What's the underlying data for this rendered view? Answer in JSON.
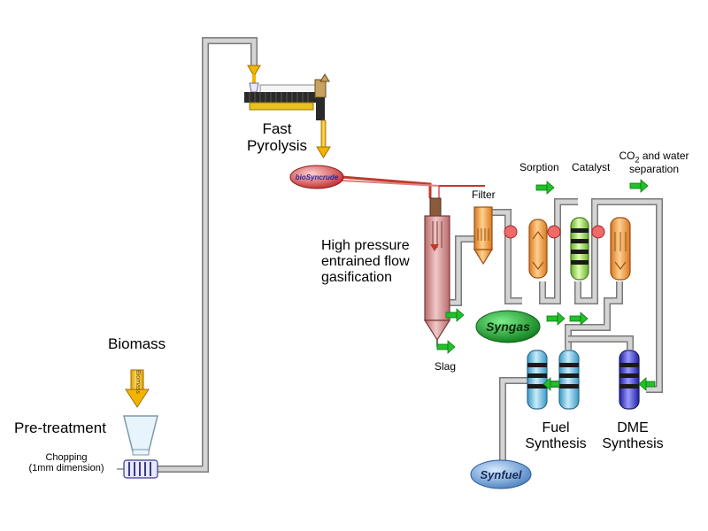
{
  "labels": {
    "biomass": "Biomass",
    "biomass_tag": "Biomass",
    "pre_treatment": "Pre-treatment",
    "chopping_line1": "Chopping",
    "chopping_line2": "(1mm dimension)",
    "fast_line1": "Fast",
    "fast_line2": "Pyrolysis",
    "biosyncrude": "bioSyncrude",
    "gasif_line1": "High pressure",
    "gasif_line2": "entrained flow",
    "gasif_line3": "gasification",
    "slag": "Slag",
    "filter": "Filter",
    "sorption": "Sorption",
    "catalyst": "Catalyst",
    "co2_prefix": "CO",
    "co2_sub": "2",
    "co2_suffix": " and water",
    "co2_line2": "separation",
    "syngas": "Syngas",
    "fuel_line1": "Fuel",
    "fuel_line2": "Synthesis",
    "dme_line1": "DME",
    "dme_line2": "Synthesis",
    "synfuel": "Synfuel"
  },
  "colors": {
    "pipe": "#c8c8c8",
    "pipe_edge": "#7a7a7a",
    "flow_arrow": "#22c02a",
    "feed_arrow": "#f2b400",
    "biosyncrude_line": "#c0392b",
    "gasifier": "#d99a9a",
    "filter": "#f4a040",
    "sorption": "#f4b060",
    "catalyst": "#a8e070",
    "co2_column": "#f49a60",
    "fuel_column": "#7fc8e8",
    "dme_column": "#4a4adc",
    "syngas_pill": "#1a9a2a",
    "biosyncrude_pill": "#d84040",
    "synfuel_pill": "#6ea0d8"
  }
}
